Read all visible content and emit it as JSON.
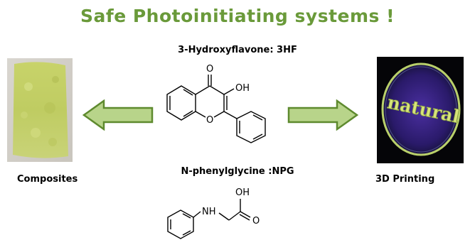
{
  "title": "Safe Photoinitiating systems !",
  "compounds": {
    "hf_label": "3-Hydroxyflavone: 3HF",
    "npg_label": "N-phenylglycine :NPG"
  },
  "applications": {
    "left_label": "Composites",
    "right_label": "3D Printing"
  },
  "photo_text": "natural",
  "atoms": {
    "carbonyl_o": "O",
    "hydroxyl": "OH",
    "ring_o": "O",
    "npg_oh": "OH",
    "npg_nh": "NH",
    "npg_o": "O"
  },
  "colors": {
    "title": "#6a9a3a",
    "arrow_fill": "#b8d48a",
    "arrow_stroke": "#5e8a2e"
  }
}
